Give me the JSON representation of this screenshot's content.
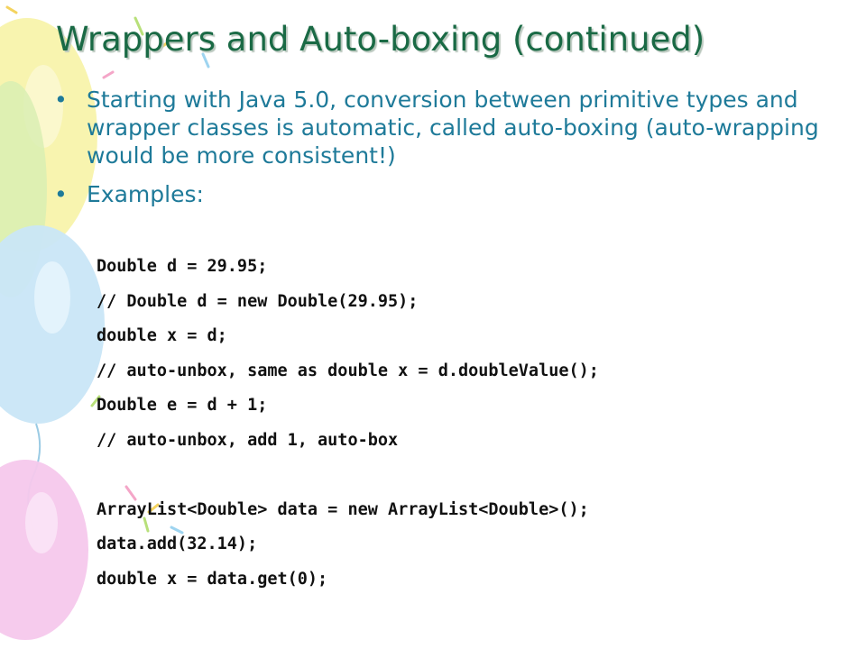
{
  "slide": {
    "title": "Wrappers and Auto-boxing (continued)",
    "bullets": [
      {
        "marker": "•",
        "text": "Starting with Java 5.0, conversion between primitive types and wrapper classes is automatic, called auto-boxing (auto-wrapping would be more consistent!)"
      },
      {
        "marker": "•",
        "text": "Examples:"
      }
    ],
    "code_lines": [
      "Double d = 29.95;",
      "// Double d = new Double(29.95);",
      "double x = d;",
      "// auto-unbox, same as double x = d.doubleValue();",
      "Double e = d + 1;",
      "// auto-unbox, add 1, auto-box",
      "",
      "ArrayList<Double> data = new ArrayList<Double>();",
      "data.add(32.14);",
      "double x = data.get(0);"
    ]
  },
  "colors": {
    "title": "#1a6a45",
    "body_text": "#1e7a99",
    "code_text": "#111111",
    "balloon_yellow": "#f7f3a6",
    "balloon_green": "#d9efb3",
    "balloon_blue": "#c9e6f7",
    "balloon_pink": "#f5c8ec"
  }
}
